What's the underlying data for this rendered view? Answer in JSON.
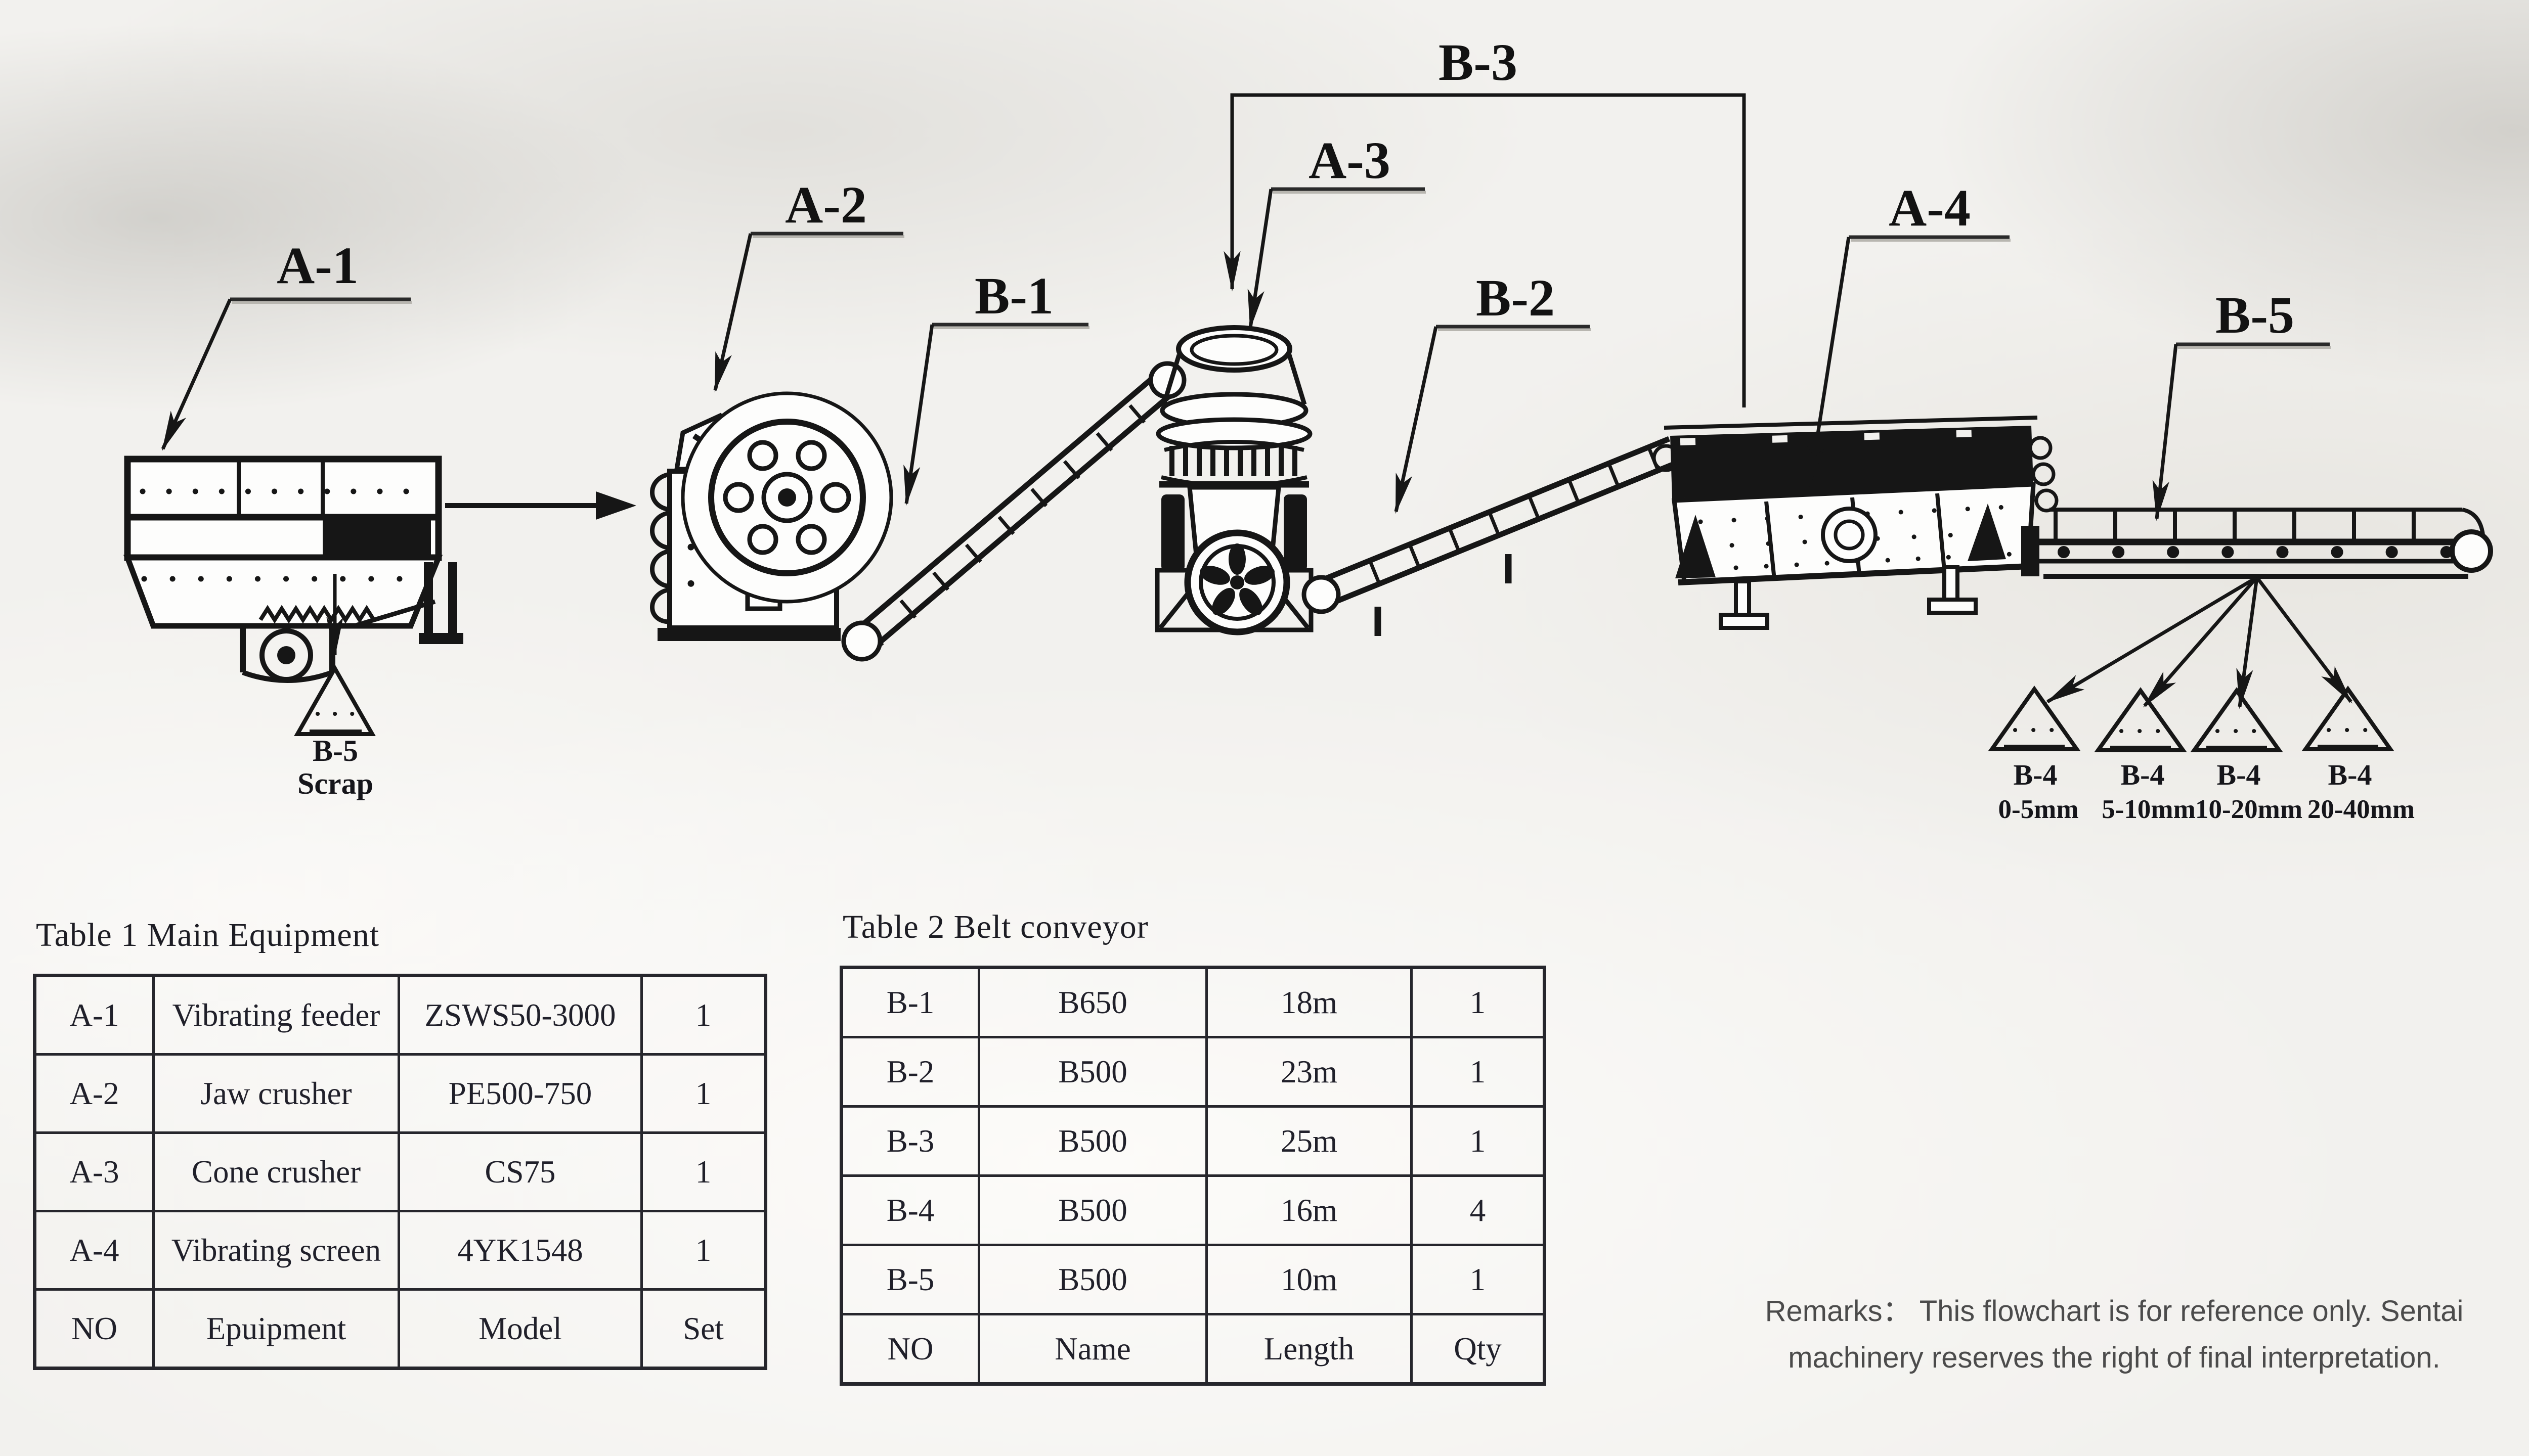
{
  "labels": {
    "a1": "A-1",
    "a2": "A-2",
    "a3": "A-3",
    "a4": "A-4",
    "b1": "B-1",
    "b2": "B-2",
    "b3": "B-3",
    "b5": "B-5"
  },
  "scrap_pile": {
    "label": "B-5",
    "name": "Scrap"
  },
  "stockpiles": [
    {
      "label": "B-4",
      "size": "0-5mm"
    },
    {
      "label": "B-4",
      "size": "5-10mm"
    },
    {
      "label": "B-4",
      "size": "10-20mm"
    },
    {
      "label": "B-4",
      "size": "20-40mm"
    }
  ],
  "table1": {
    "title": "Table 1 Main Equipment",
    "rows": [
      [
        "A-1",
        "Vibrating feeder",
        "ZSWS50-3000",
        "1"
      ],
      [
        "A-2",
        "Jaw crusher",
        "PE500-750",
        "1"
      ],
      [
        "A-3",
        "Cone crusher",
        "CS75",
        "1"
      ],
      [
        "A-4",
        "Vibrating screen",
        "4YK1548",
        "1"
      ],
      [
        "NO",
        "Epuipment",
        "Model",
        "Set"
      ]
    ]
  },
  "table2": {
    "title": "Table 2 Belt conveyor",
    "rows": [
      [
        "B-1",
        "B650",
        "18m",
        "1"
      ],
      [
        "B-2",
        "B500",
        "23m",
        "1"
      ],
      [
        "B-3",
        "B500",
        "25m",
        "1"
      ],
      [
        "B-4",
        "B500",
        "16m",
        "4"
      ],
      [
        "B-5",
        "B500",
        "10m",
        "1"
      ],
      [
        "NO",
        "Name",
        "Length",
        "Qty"
      ]
    ]
  },
  "remarks": {
    "line1": "Remarks：  This flowchart is for reference only. Sentai",
    "line2": "machinery reserves the right of final interpretation."
  },
  "colors": {
    "ink": "#161616",
    "remarks_text": "#4b4b4b",
    "background": "#f2f1ee"
  }
}
